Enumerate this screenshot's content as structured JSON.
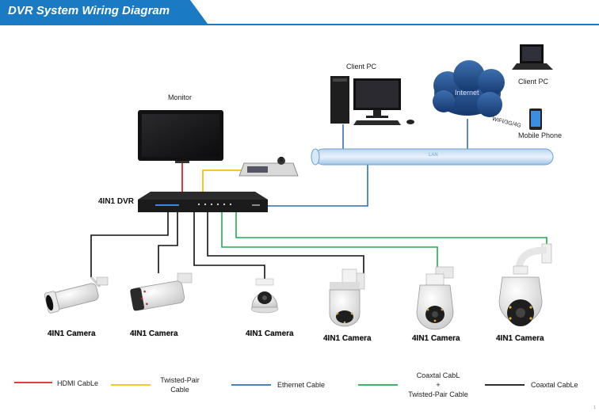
{
  "header": {
    "title": "DVR System Wiring Diagram",
    "accent": "#1a7bc4"
  },
  "devices": {
    "client_pc_desktop": "Client PC",
    "client_pc_laptop": "Client PC",
    "internet": "Internet",
    "wireless": "WIFI/3G/4G",
    "mobile_phone": "Mobile Phone",
    "monitor": "Monitor",
    "lan": "LAN",
    "dvr": "4IN1 DVR",
    "cameras": [
      "4IN1 Camera",
      "4IN1 Camera",
      "4IN1 Camera",
      "4IN1 Camera",
      "4IN1 Camera",
      "4IN1 Camera"
    ]
  },
  "legend": [
    {
      "label": "HDMI CabLe",
      "color": "#e02020"
    },
    {
      "label_line1": "Twisted-Pair",
      "label_line2": "Cable",
      "color": "#f2c500"
    },
    {
      "label": "Ethernet Cable",
      "color": "#2f6fb5"
    },
    {
      "label_line1": "Coaxtal CabL",
      "label_line2": "+",
      "label_line3": "Twisted-Pair Cable",
      "color": "#22aa55"
    },
    {
      "label": "Coaxtal CabLe",
      "color": "#111111"
    }
  ],
  "page_number": "1"
}
